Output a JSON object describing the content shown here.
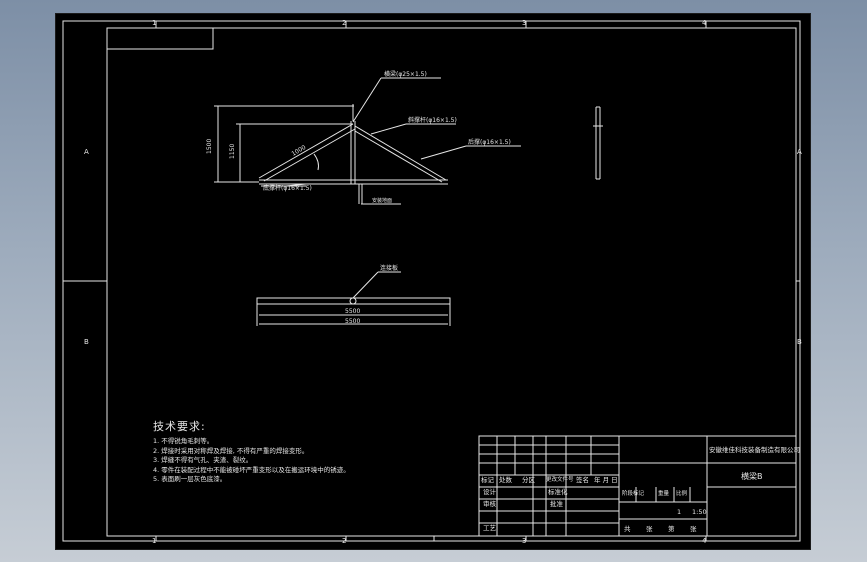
{
  "drawing": {
    "side_view": {
      "labels": {
        "crossbar": "横梁(φ25×1.5)",
        "support_rod": "斜撑杆(φ16×1.5)",
        "rear_brace": "后撑(φ16×1.5)",
        "base_rod": "底撑杆(φ16×1.5)",
        "ground_mark": "安装地面"
      },
      "dims": {
        "height_outer": "1500",
        "height_inner": "1150",
        "panel_length": "1000"
      }
    },
    "top_view": {
      "label": "连接板",
      "dims": {
        "inner": "5500",
        "outer": "5500"
      }
    },
    "tech_requirements": {
      "title": "技术要求:",
      "items": [
        "1. 不得锐角毛刺等。",
        "2. 焊接时采用对称焊及焊接, 不得有严重的焊接变形。",
        "3. 焊缝不得有气孔、夹渣、裂纹。",
        "4. 零件在装配过程中不能被碰坏严重变形以及在搬运环境中的锈迹。",
        "5. 表面刷一层灰色底漆。"
      ]
    },
    "title_block": {
      "company": "安徽维佳科技装备制造有限公司",
      "part_name": "横梁B",
      "scale": "1:50",
      "sheet": "1",
      "header_cells": [
        "标记",
        "处数",
        "分区",
        "更改文件号",
        "签名",
        "年 月 日"
      ],
      "role_rows": [
        "设计",
        "审核",
        "工艺"
      ],
      "mid_cells": [
        "标准化",
        "批准"
      ],
      "stage_headers": [
        "阶段标记",
        "重量",
        "比例"
      ],
      "sheet_headers": [
        "共",
        "张",
        "第",
        "张"
      ]
    },
    "frame_markers": {
      "top": [
        "1",
        "2",
        "3",
        "4"
      ],
      "bottom": [
        "1",
        "2",
        "3",
        "4"
      ],
      "left": [
        "A",
        "B"
      ],
      "right": [
        "A",
        "B"
      ]
    }
  }
}
